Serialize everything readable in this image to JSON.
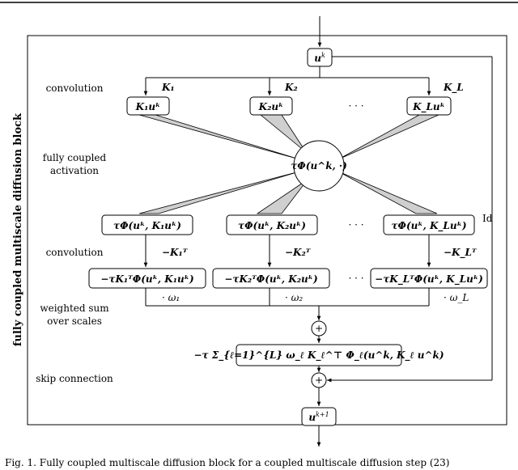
{
  "block_title": "fully coupled multiscale diffusion block",
  "stage_labels": {
    "conv1": "convolution",
    "activation_1": "fully coupled",
    "activation_2": "activation",
    "conv2": "convolution",
    "sum_1": "weighted sum",
    "sum_2": "over scales",
    "skip": "skip connection"
  },
  "identity_label": "Id",
  "ellipsis": "· · ·",
  "caption_fragment": "Fig. 1. Fully coupled multiscale diffusion block for a coupled multiscale diffusion step (23)",
  "nodes": {
    "input": "u^k",
    "activation": "τΦ(u^k, ·)",
    "output": "u^(k+1)",
    "sum": "+",
    "skip_sum": "+",
    "total": "−τ Σ_{ℓ=1}^{L} ω_ℓ K_ℓ^⊤ Φ_ℓ(u^k, K_ℓ u^k)"
  },
  "branches": [
    {
      "kernel": "K₁",
      "conv": "K₁uᵏ",
      "act": "τΦ(uᵏ, K₁uᵏ)",
      "adj": "−K₁ᵀ",
      "back": "−τK₁ᵀΦ(uᵏ, K₁uᵏ)",
      "weight": "· ω₁"
    },
    {
      "kernel": "K₂",
      "conv": "K₂uᵏ",
      "act": "τΦ(uᵏ, K₂uᵏ)",
      "adj": "−K₂ᵀ",
      "back": "−τK₂ᵀΦ(uᵏ, K₂uᵏ)",
      "weight": "· ω₂"
    },
    {
      "kernel": "K_L",
      "conv": "K_Luᵏ",
      "act": "τΦ(uᵏ, K_Luᵏ)",
      "adj": "−K_Lᵀ",
      "back": "−τK_LᵀΦ(uᵏ, K_Luᵏ)",
      "weight": "· ω_L"
    }
  ]
}
